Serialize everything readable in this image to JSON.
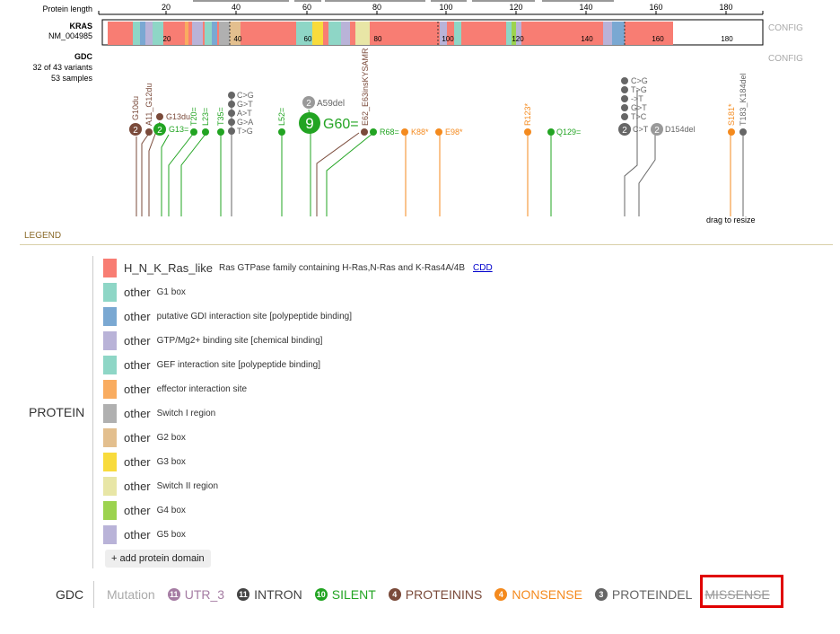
{
  "header": {
    "protein_length_label": "Protein length",
    "gene_name": "KRAS",
    "transcript": "NM_004985",
    "config_label": "CONFIG",
    "track_name": "GDC",
    "track_variants": "32 of 43 variants",
    "track_samples": "53 samples",
    "track_config_label": "CONFIG"
  },
  "ruler_ticks": [
    "20",
    "40",
    "60",
    "80",
    "100",
    "120",
    "140",
    "160",
    "180"
  ],
  "bar_ticks": [
    "20",
    "40",
    "60",
    "80",
    "100",
    "120",
    "140",
    "160",
    "180"
  ],
  "lollipops": {
    "g10du": "G10du",
    "a11": "A11_G12du",
    "g13du": "G13du",
    "g13eq": "G13=",
    "t20": "T20=",
    "l23": "L23=",
    "t35": "T35=",
    "cg": "C>G",
    "gt": "G>T",
    "at": "A>T",
    "ga": "G>A",
    "tg": "T>G",
    "l52": "L52=",
    "a59del": "A59del",
    "g60": "G60=",
    "e62": "E62_E63insKYSAMR",
    "r68": "R68=",
    "k88": "K88*",
    "e98": "E98*",
    "r123": "R123*",
    "q129": "Q129=",
    "c_cg": "C>G",
    "c_tg": "T>G",
    "c_t": "->T",
    "c_gt": "G>T",
    "c_tc": "T>C",
    "c_ct": "C>T",
    "d154": "D154del",
    "s181": "S181*",
    "t183": "T183_K184del",
    "count_2": "2",
    "count_9": "9"
  },
  "drag_label": "drag to resize",
  "legend": {
    "title": "LEGEND",
    "protein_label": "PROTEIN",
    "domains": [
      {
        "name": "H_N_K_Ras_like",
        "desc": "Ras GTPase family containing H-Ras,N-Ras and K-Ras4A/4B",
        "link": "CDD",
        "color": "#f87d73"
      },
      {
        "name": "other",
        "desc": "G1 box",
        "color": "#8ed6c6"
      },
      {
        "name": "other",
        "desc": "putative GDI interaction site [polypeptide binding]",
        "color": "#7aa8d2"
      },
      {
        "name": "other",
        "desc": "GTP/Mg2+ binding site [chemical binding]",
        "color": "#b9b3d8"
      },
      {
        "name": "other",
        "desc": "GEF interaction site [polypeptide binding]",
        "color": "#8ed6c6"
      },
      {
        "name": "other",
        "desc": "effector interaction site",
        "color": "#f9ac60"
      },
      {
        "name": "other",
        "desc": "Switch I region",
        "color": "#b0b0b0"
      },
      {
        "name": "other",
        "desc": "G2 box",
        "color": "#e3bf8e"
      },
      {
        "name": "other",
        "desc": "G3 box",
        "color": "#f8db3c"
      },
      {
        "name": "other",
        "desc": "Switch II region",
        "color": "#e8e6a6"
      },
      {
        "name": "other",
        "desc": "G4 box",
        "color": "#9cd34f"
      },
      {
        "name": "other",
        "desc": "G5 box",
        "color": "#b9b3d8"
      }
    ],
    "add_domain": "+ add protein domain"
  },
  "gdc_legend": {
    "label": "GDC",
    "mutation_label": "Mutation",
    "classes": [
      {
        "count": "11",
        "name": "UTR_3",
        "color": "#a57ca3"
      },
      {
        "count": "11",
        "name": "INTRON",
        "color": "#444444"
      },
      {
        "count": "10",
        "name": "SILENT",
        "color": "#22a422"
      },
      {
        "count": "4",
        "name": "PROTEININS",
        "color": "#7a4a3a"
      },
      {
        "count": "4",
        "name": "NONSENSE",
        "color": "#f48a1e"
      },
      {
        "count": "3",
        "name": "PROTEINDEL",
        "color": "#666666"
      }
    ],
    "missense_label": "MISSENSE"
  },
  "colors": {
    "silent": "#22a422",
    "proteinins": "#7a4a3a",
    "nonsense": "#f48a1e",
    "snv": "#666666",
    "highlight": "#e00000"
  }
}
